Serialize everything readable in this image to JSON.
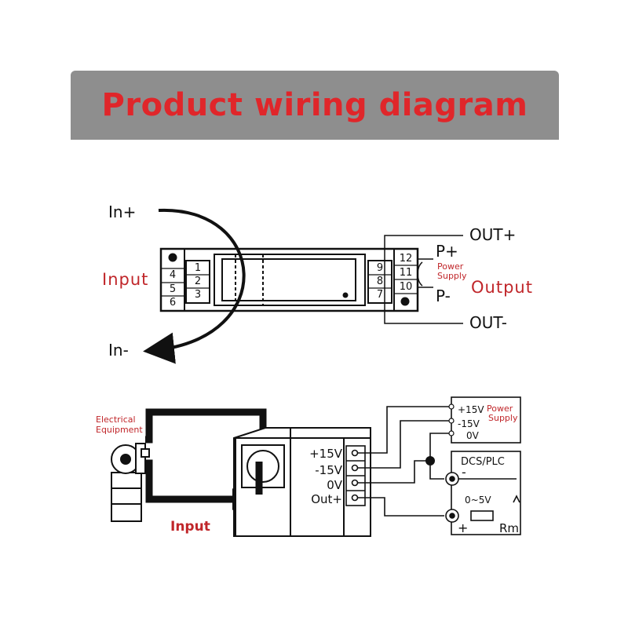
{
  "title": "Product wiring diagram",
  "colors": {
    "banner_bg": "#8e8e8e",
    "title": "#e0262a",
    "accent_red": "#c0262a",
    "line": "#111111"
  },
  "top": {
    "in_plus": "In+",
    "in_minus": "In-",
    "input": "Input",
    "output": "Output",
    "out_plus": "OUT+",
    "out_minus": "OUT-",
    "p_plus": "P+",
    "p_minus": "P-",
    "power_supply_l1": "Power",
    "power_supply_l2": "Supply",
    "left_terminals": [
      "4",
      "5",
      "6"
    ],
    "inner_terminals": [
      "1",
      "2",
      "3"
    ],
    "right_inner_terminals": [
      "9",
      "8",
      "7"
    ],
    "right_terminals": [
      "12",
      "11",
      "10"
    ]
  },
  "bottom": {
    "electrical_l1": "Electrical",
    "electrical_l2": "Equipment",
    "input": "Input",
    "terminals": [
      "+15V",
      "-15V",
      "0V",
      "Out+"
    ],
    "ps_15p": "+15V",
    "ps_15m": "-15V",
    "ps_0v": "0V",
    "power_l1": "Power",
    "power_l2": "Supply",
    "dcs_plc": "DCS/PLC",
    "minus": "-",
    "plus": "+",
    "range": "0~5V",
    "rm": "Rm"
  }
}
